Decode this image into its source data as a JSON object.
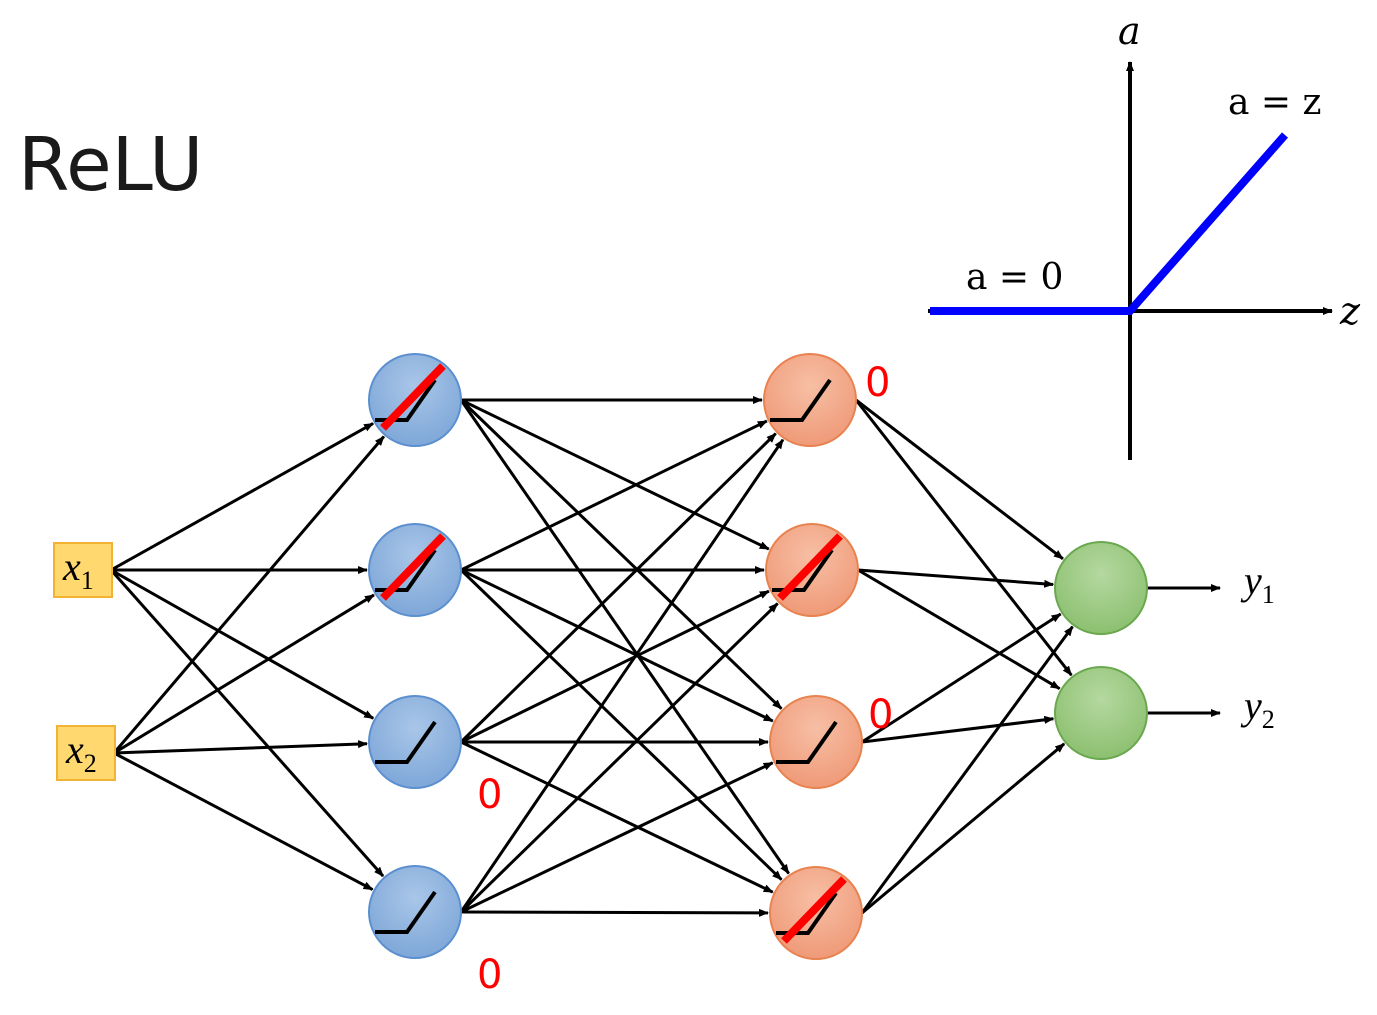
{
  "title": "ReLU",
  "graph": {
    "y_axis_label": "a",
    "x_axis_label": "z",
    "positive_equation": "a = z",
    "negative_equation": "a = 0",
    "curve_color": "#0000ff"
  },
  "inputs": [
    {
      "var": "x",
      "sub": "1"
    },
    {
      "var": "x",
      "sub": "2"
    }
  ],
  "outputs": [
    {
      "var": "y",
      "sub": "1"
    },
    {
      "var": "y",
      "sub": "2"
    }
  ],
  "layers": [
    {
      "color": "#8fb4de",
      "neurons": [
        {
          "inactive": true,
          "zero_label": ""
        },
        {
          "inactive": true,
          "zero_label": ""
        },
        {
          "inactive": false,
          "zero_label": "0"
        },
        {
          "inactive": false,
          "zero_label": "0"
        }
      ]
    },
    {
      "color": "#f4a98a",
      "neurons": [
        {
          "inactive": false,
          "zero_label": "0"
        },
        {
          "inactive": true,
          "zero_label": ""
        },
        {
          "inactive": false,
          "zero_label": "0"
        },
        {
          "inactive": true,
          "zero_label": ""
        }
      ]
    }
  ],
  "colors": {
    "input_fill": "#ffd970",
    "input_border": "#f2b233",
    "layer1_fill": "#8fb4de",
    "layer1_border": "#5b8fcf",
    "layer2_fill": "#f4a98a",
    "layer2_border": "#e8824f",
    "output_fill": "#9cc97f",
    "output_border": "#6aa84f",
    "inactive_mark": "#ff0000",
    "zero_label": "#ff0000"
  }
}
